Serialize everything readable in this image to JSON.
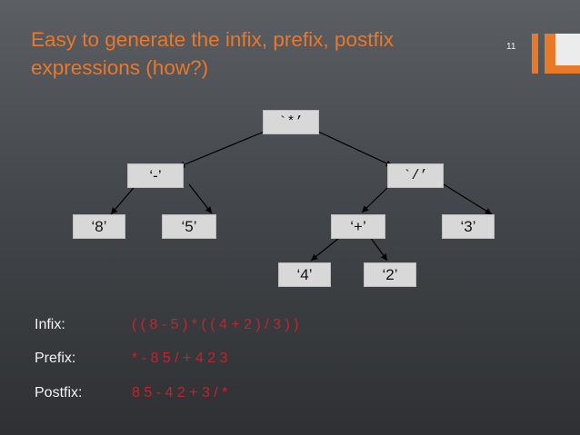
{
  "slide": {
    "title_line1": "Easy to generate the infix, prefix, postfix",
    "title_line2": "expressions (how?)",
    "number": "11",
    "accent_color": "#e8782a"
  },
  "tree": {
    "root": "`*’",
    "minus": "‘-’",
    "divide": "`/’",
    "eight": "‘8’",
    "five": "‘5’",
    "plus": "‘+’",
    "three": "‘3’",
    "four": "‘4’",
    "two": "‘2’"
  },
  "expressions": {
    "infix_label": "Infix:",
    "infix_value": "( ( 8 - 5 ) * ( ( 4 + 2 ) / 3 ) )",
    "prefix_label": "Prefix:",
    "prefix_value": "* - 8 5 / + 4 2 3",
    "postfix_label": "Postfix:",
    "postfix_value": "8 5 - 4 2 + 3 / *",
    "value_color": "#c0252f"
  }
}
